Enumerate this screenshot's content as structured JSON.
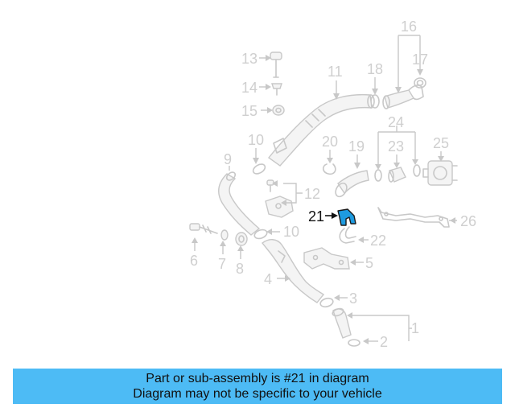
{
  "callouts": {
    "c1": "1",
    "c2": "2",
    "c3": "3",
    "c4": "4",
    "c5": "5",
    "c6": "6",
    "c7": "7",
    "c8": "8",
    "c9": "9",
    "c10a": "10",
    "c10b": "10",
    "c11": "11",
    "c12": "12",
    "c13": "13",
    "c14": "14",
    "c15": "15",
    "c16": "16",
    "c17": "17",
    "c18": "18",
    "c19": "19",
    "c20": "20",
    "c21": "21",
    "c22": "22",
    "c23": "23",
    "c24": "24",
    "c25": "25",
    "c26": "26"
  },
  "highlight": {
    "part_number": "21",
    "color": "#1e9be0"
  },
  "banner": {
    "line1": "Part or sub-assembly is #21 in diagram",
    "line2": "Diagram may not be specific to your vehicle",
    "color": "#4dbbf5"
  }
}
